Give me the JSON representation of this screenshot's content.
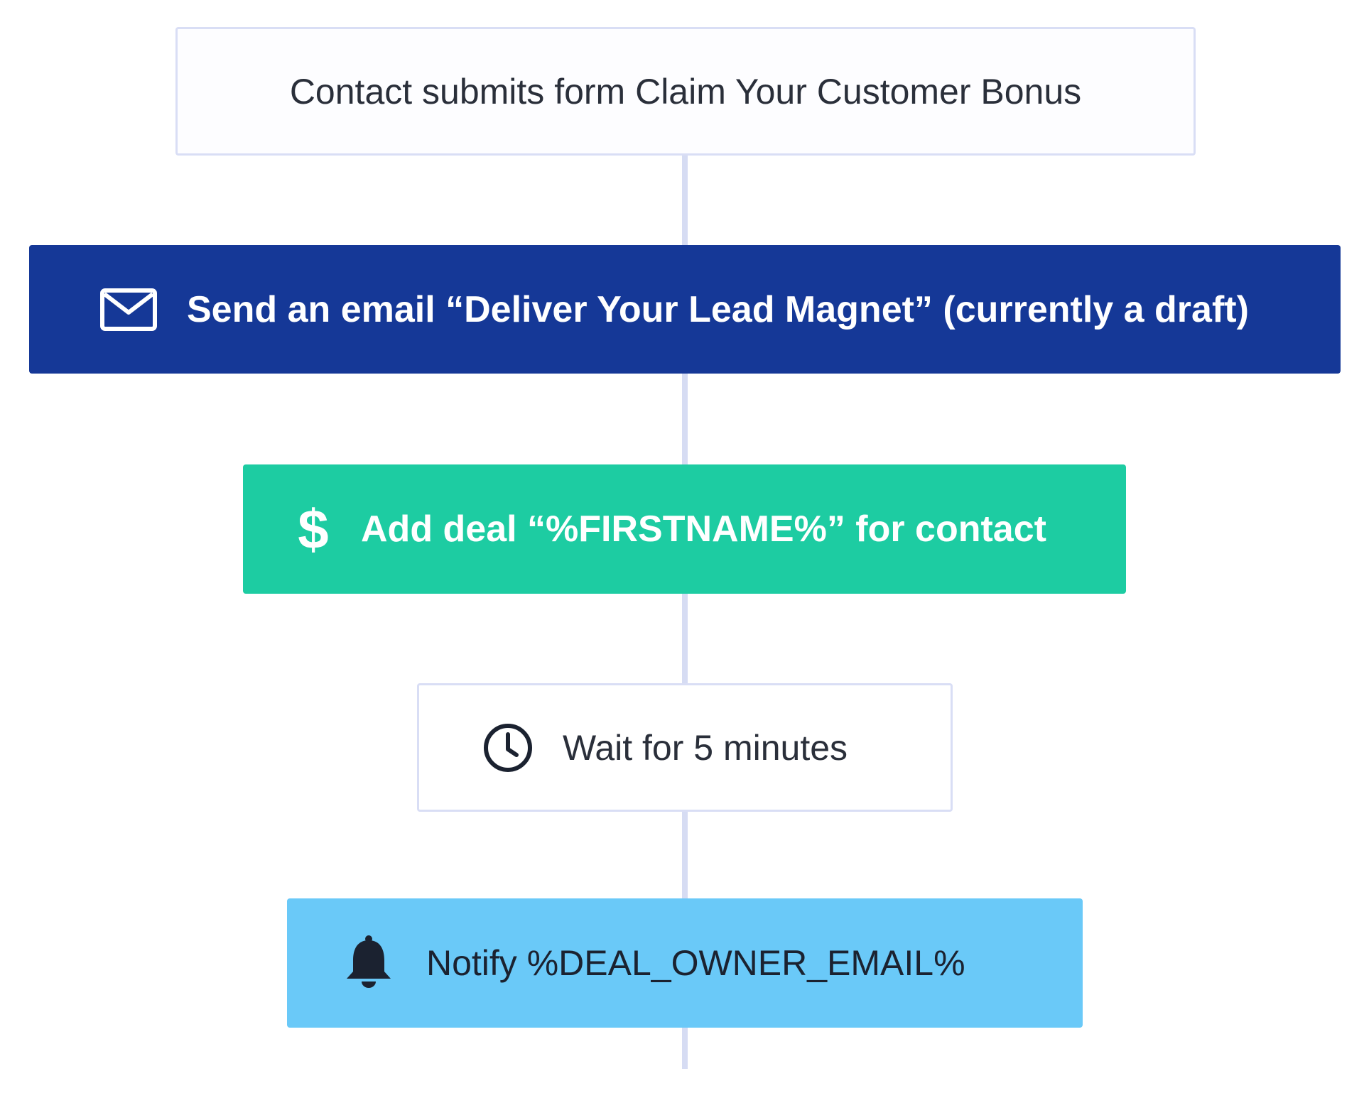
{
  "workflow": {
    "trigger": {
      "label": "Contact submits form Claim Your Customer Bonus"
    },
    "steps": [
      {
        "label": "Send an email “Deliver Your Lead Magnet” (currently a draft)",
        "icon": "envelope-icon",
        "color": "#153897"
      },
      {
        "label": "Add deal “%FIRSTNAME%” for contact",
        "icon": "dollar-icon",
        "icon_glyph": "$",
        "color": "#1dcca2"
      },
      {
        "label": "Wait for 5 minutes",
        "icon": "clock-icon",
        "color": "#ffffff"
      },
      {
        "label": "Notify %DEAL_OWNER_EMAIL%",
        "icon": "bell-icon",
        "color": "#6ac9f8"
      }
    ],
    "connector_color": "#d6dcf3"
  }
}
